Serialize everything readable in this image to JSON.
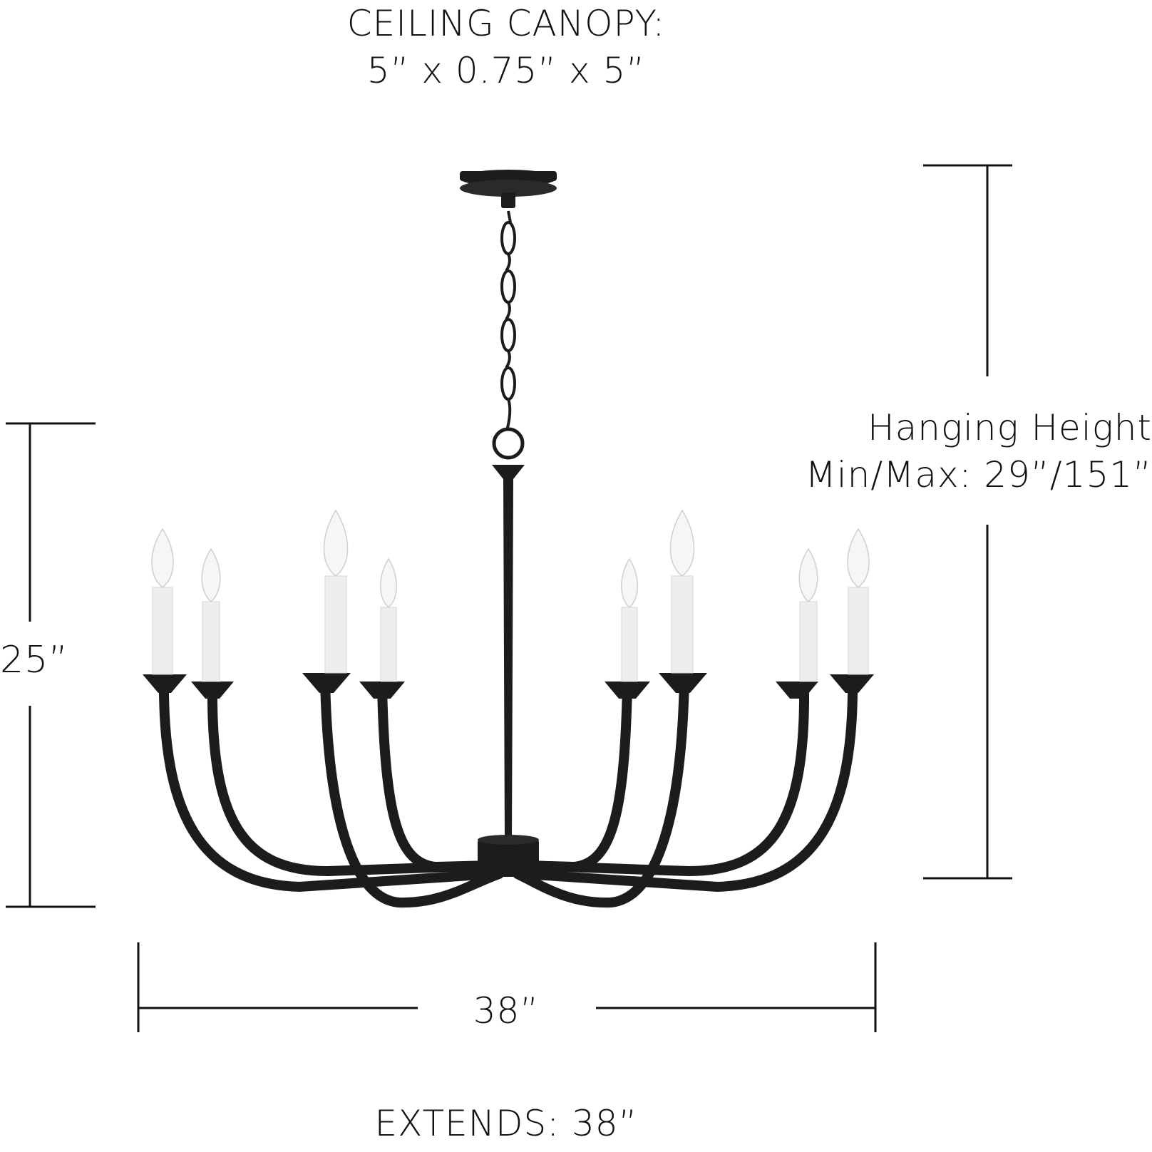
{
  "canopy": {
    "title": "CEILING CANOPY:",
    "dimensions": "5” x 0.75” x 5”"
  },
  "hanging_height": {
    "line1": "Hanging Height",
    "line2": "Min/Max: 29”/151”"
  },
  "fixture_height": "25”",
  "fixture_width": "38”",
  "extends": "EXTENDS: 38”",
  "colors": {
    "finish": "#1c1c1e",
    "candle_sleeve": "#eeeeee",
    "bulb": "#f4f4f4",
    "dimension_line": "#111111"
  },
  "fixture": {
    "light_count": 8,
    "type": "chandelier"
  }
}
